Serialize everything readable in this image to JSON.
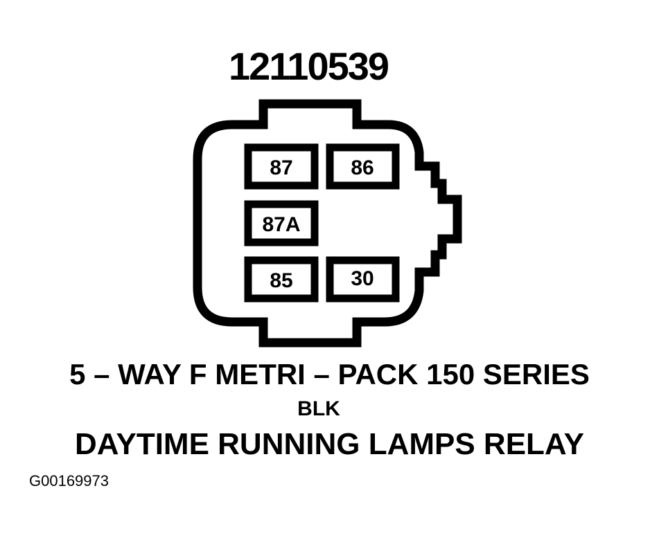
{
  "connector": {
    "part_number": "12110539",
    "pins": [
      {
        "id": "pin-87",
        "label": "87"
      },
      {
        "id": "pin-86",
        "label": "86"
      },
      {
        "id": "pin-87a",
        "label": "87A"
      },
      {
        "id": "pin-85",
        "label": "85"
      },
      {
        "id": "pin-30",
        "label": "30"
      }
    ],
    "series": "5 – WAY F METRI – PACK 150 SERIES",
    "color": "BLK",
    "component": "DAYTIME RUNNING LAMPS RELAY",
    "figure_id": "G00169973"
  }
}
